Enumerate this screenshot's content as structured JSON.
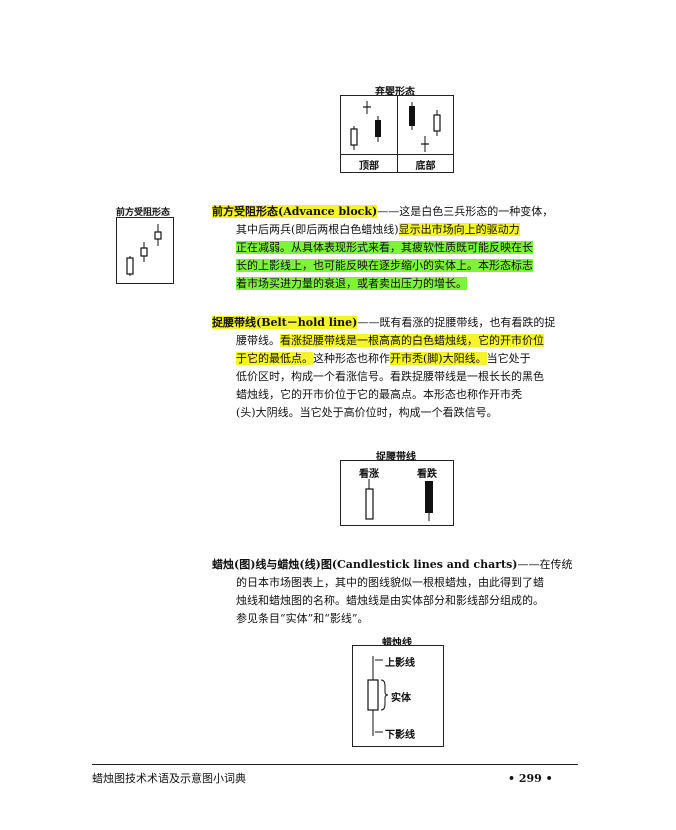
{
  "fig1": {
    "title": "弃婴形态",
    "labels": [
      "顶部",
      "底部"
    ]
  },
  "fig2": {
    "title": "前方受阻形态"
  },
  "para1": {
    "term": "前方受阻形态(Advance block)",
    "line1_rest": "——这是白色三兵形态的一种变体，",
    "line2a": "其中后两兵(即后两根白色蜡烛线)",
    "line2b": "显示出市场向上的驱动力",
    "line3": "正在减弱。从具体表现形式来看，其疲软性质既可能反映在长",
    "line4": "长的上影线上，也可能反映在逐步缩小的实体上。本形态标志",
    "line5": "着市场买进力量的衰退，或者卖出压力的增长。"
  },
  "para2": {
    "term": "捉腰带线(Belt－hold line)",
    "line1_rest": "——既有看涨的捉腰带线，也有看跌的捉",
    "line2a": "腰带线。",
    "line2b": "看涨捉腰带线是一根高高的白色蜡烛线，它的开市价位",
    "line3a": "于它的最低点。",
    "line3b": "这种形态也称作",
    "line3c": "开市秃(脚)大阳线。",
    "line3d": "当它处于",
    "line4": "低价区时，构成一个看涨信号。看跌捉腰带线是一根长长的黑色",
    "line5": "蜡烛线，它的开市价位于它的最高点。本形态也称作开市秃",
    "line6": "(头)大阴线。当它处于高价位时，构成一个看跌信号。"
  },
  "fig3": {
    "title": "捉腰带线",
    "labels": [
      "看涨",
      "看跌"
    ]
  },
  "para3": {
    "term": "蜡烛(图)线与蜡烛(线)图(Candlestick lines and charts)",
    "line1_rest": "——在传统",
    "line2": "的日本市场图表上，其中的图线貌似一根根蜡烛，由此得到了蜡",
    "line3": "烛线和蜡烛图的名称。蜡烛线是由实体部分和影线部分组成的。",
    "line4": "参见条目“实体”和“影线”。"
  },
  "fig4": {
    "title": "蜡烛线",
    "upper": "上影线",
    "body": "实体",
    "lower": "下影线"
  },
  "footer": {
    "book_title": "蜡烛图技术术语及示意图小词典",
    "page": "• 299 •"
  }
}
